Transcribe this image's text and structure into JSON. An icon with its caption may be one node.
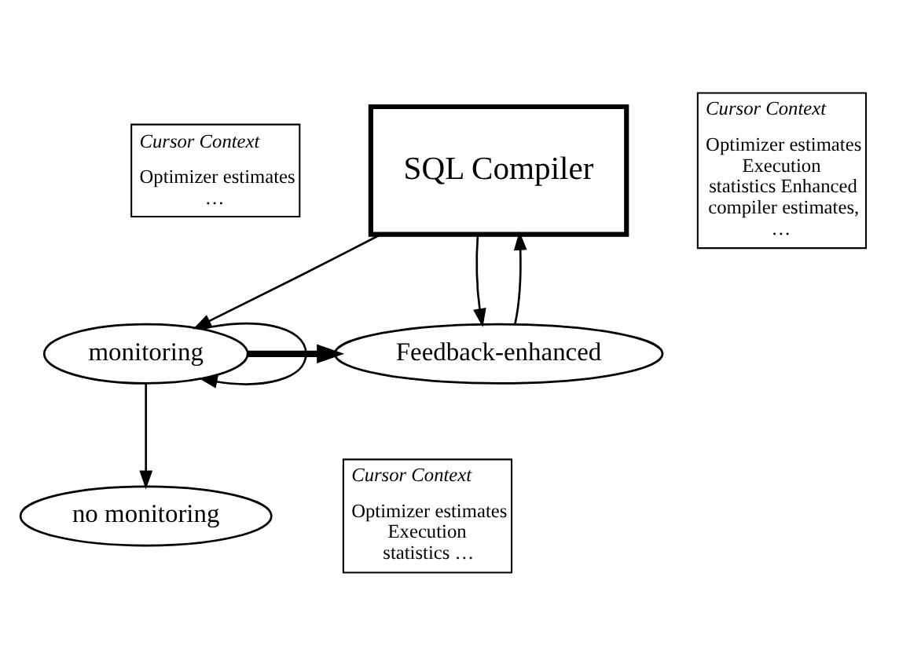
{
  "diagram": {
    "nodes": [
      {
        "text": [
          "SQL Compiler"
        ]
      },
      {
        "text": [
          "Cursor Context",
          "Optimizer estimates …"
        ]
      },
      {
        "text": [
          "Cursor Context",
          "Optimizer estimates Execution statistics Enhanced compiler estimates, …"
        ]
      },
      {
        "text": [
          "monitoring"
        ]
      },
      {
        "text": [
          "Feedback-enhanced"
        ]
      },
      {
        "text": [
          "Cursor Context",
          "Optimizer estimates Execution statistics …"
        ]
      },
      {
        "text": [
          "no monitoring"
        ]
      }
    ],
    "edges": [
      {
        "from": 0,
        "to": 3,
        "arrow": "to"
      },
      {
        "from": 3,
        "to": 3,
        "arrow": "to"
      },
      {
        "from": 3,
        "to": 4,
        "arrow": "to",
        "style": "thick"
      },
      {
        "from": 0,
        "to": 4,
        "arrow": "to"
      },
      {
        "from": 4,
        "to": 0,
        "arrow": "to"
      },
      {
        "from": 3,
        "to": 6,
        "arrow": "to"
      }
    ]
  }
}
